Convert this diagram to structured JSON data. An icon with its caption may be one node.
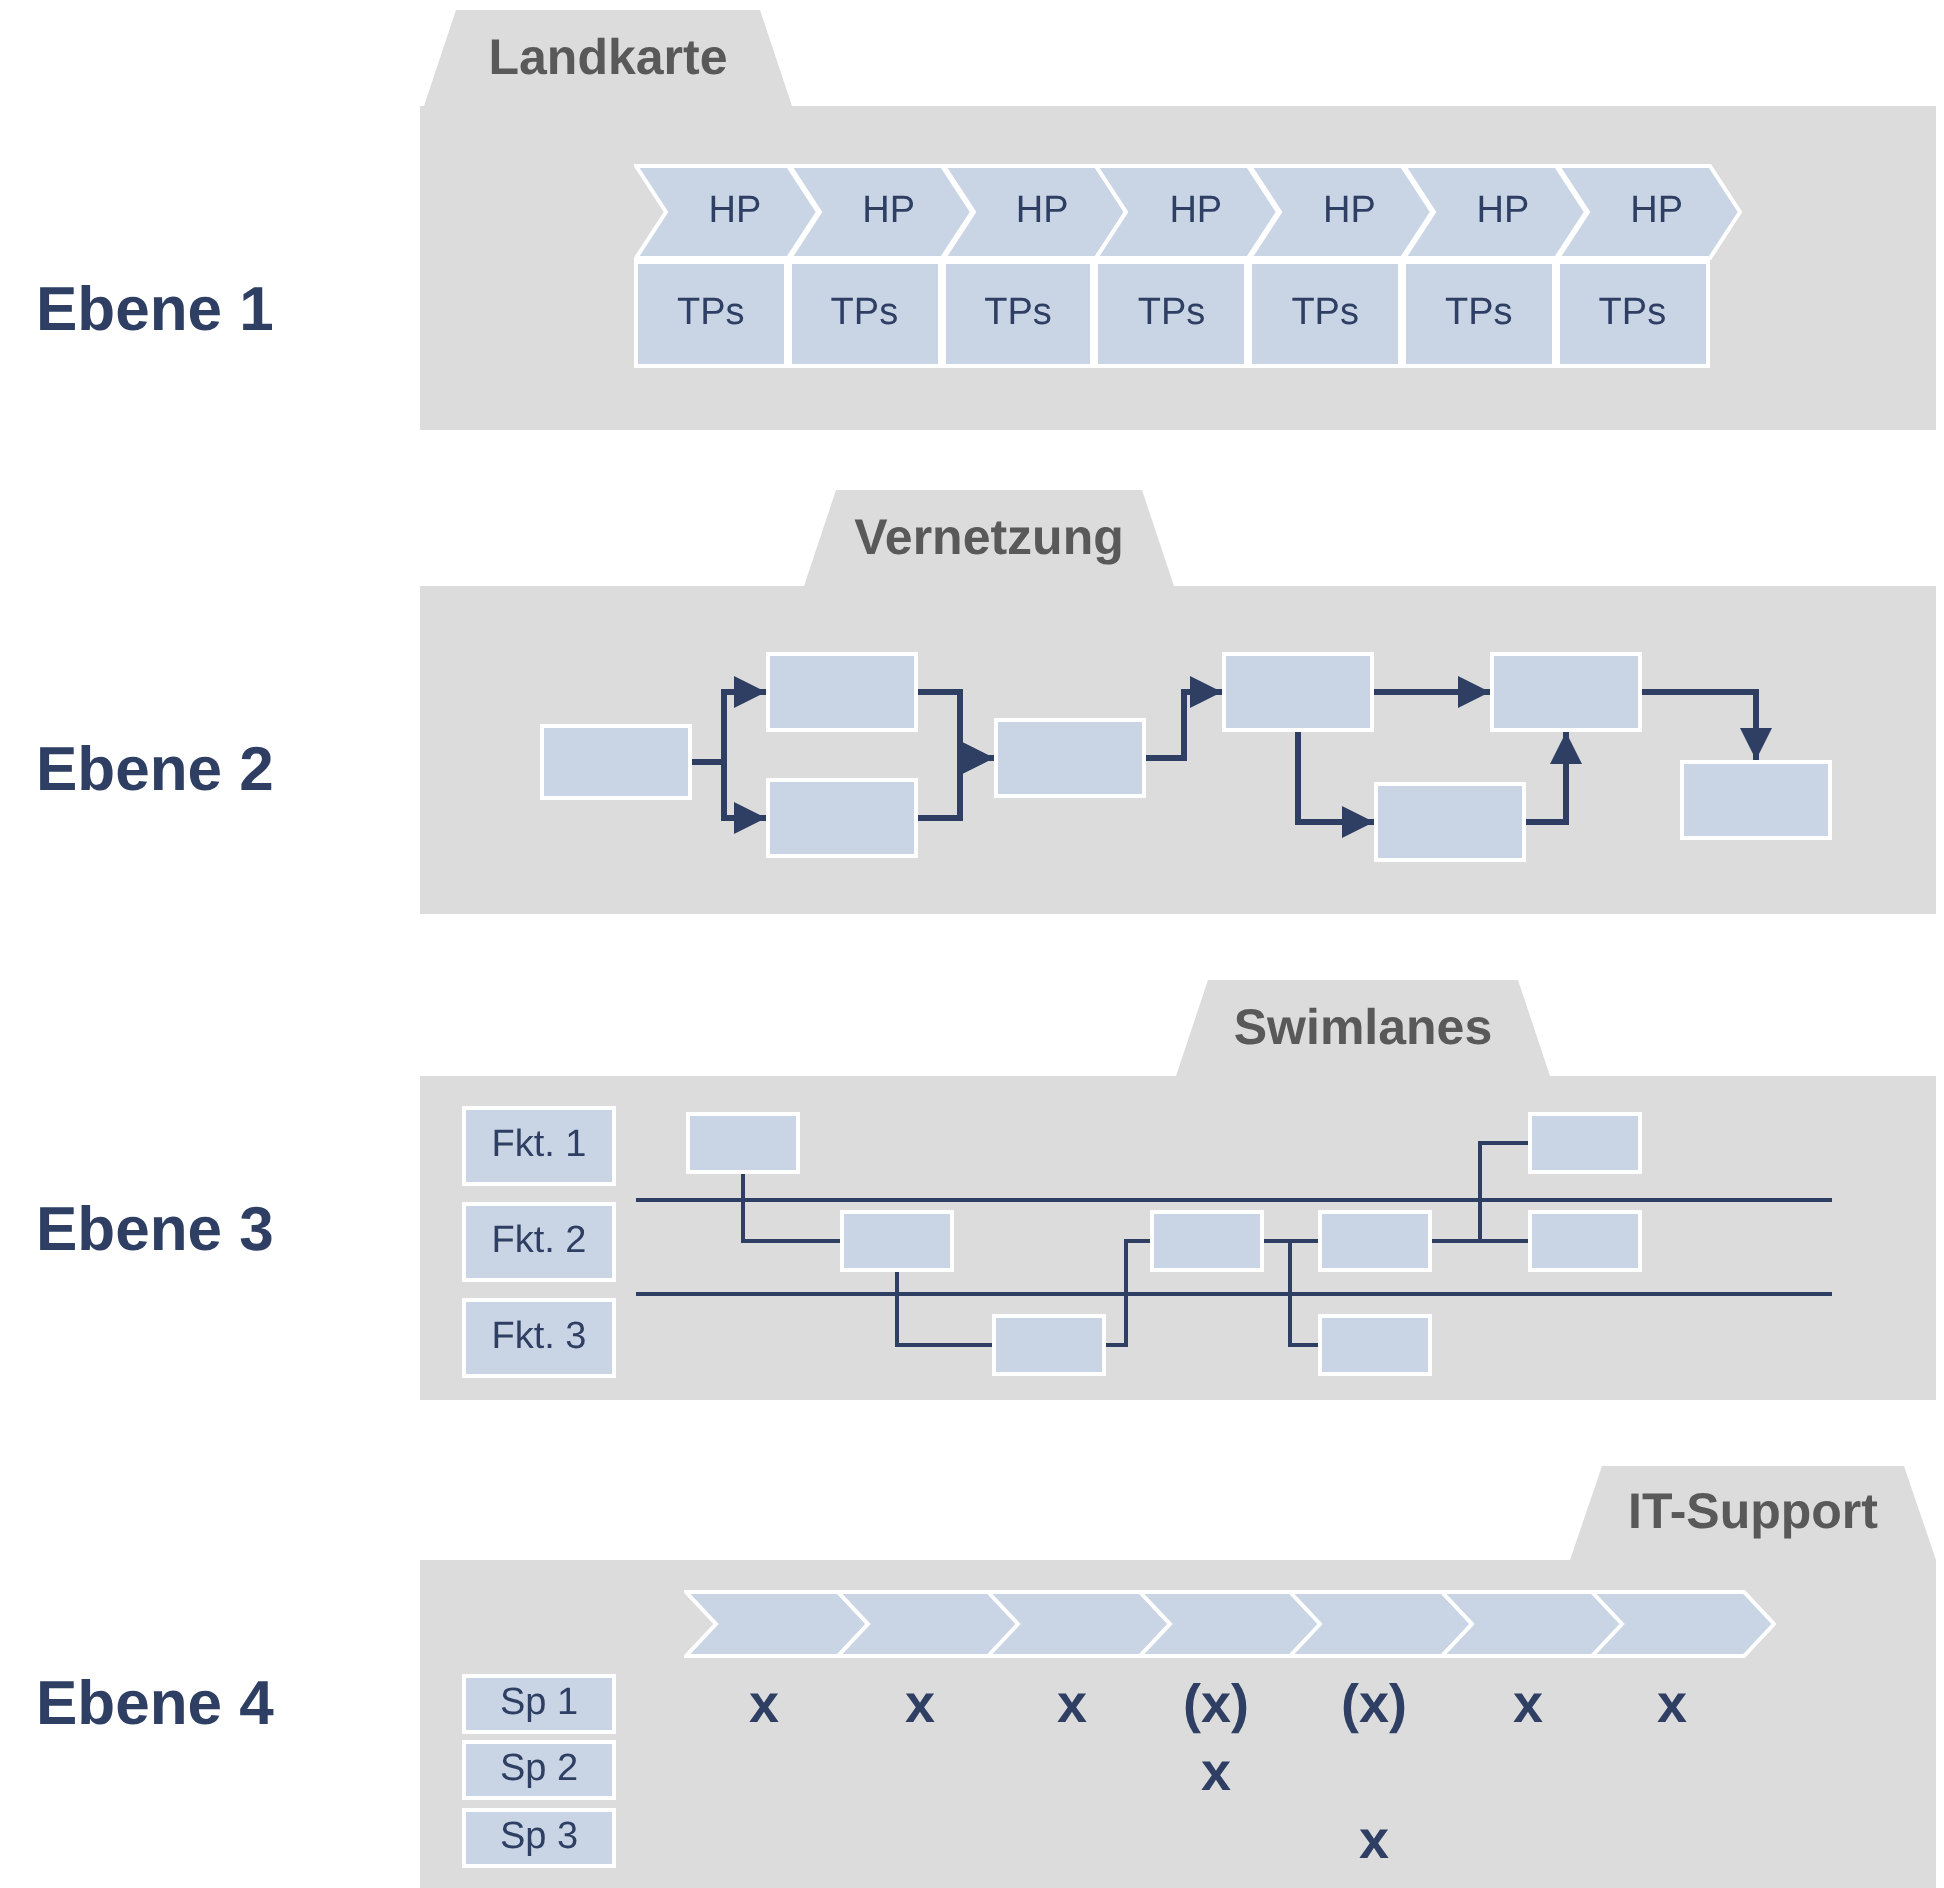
{
  "diagram": {
    "nodes": [
      {
        "text": [
          "Landkarte"
        ],
        "beside": [
          "Ebene 1"
        ]
      },
      {
        "text": [
          "HP"
        ],
        "in": 0
      },
      {
        "text": [
          "HP"
        ],
        "in": 0
      },
      {
        "text": [
          "HP"
        ],
        "in": 0
      },
      {
        "text": [
          "HP"
        ],
        "in": 0
      },
      {
        "text": [
          "HP"
        ],
        "in": 0
      },
      {
        "text": [
          "HP"
        ],
        "in": 0
      },
      {
        "text": [
          "HP"
        ],
        "in": 0
      },
      {
        "text": [
          "TPs"
        ],
        "in": 0
      },
      {
        "text": [
          "TPs"
        ],
        "in": 0
      },
      {
        "text": [
          "TPs"
        ],
        "in": 0
      },
      {
        "text": [
          "TPs"
        ],
        "in": 0
      },
      {
        "text": [
          "TPs"
        ],
        "in": 0
      },
      {
        "text": [
          "TPs"
        ],
        "in": 0
      },
      {
        "text": [
          "TPs"
        ],
        "in": 0
      },
      {
        "text": [
          "Vernetzung"
        ],
        "beside": [
          "Ebene 2"
        ]
      },
      {
        "text": [],
        "shape": "box",
        "in": 15
      },
      {
        "text": [],
        "shape": "box",
        "in": 15
      },
      {
        "text": [],
        "shape": "box",
        "in": 15
      },
      {
        "text": [],
        "shape": "box",
        "in": 15
      },
      {
        "text": [],
        "shape": "box",
        "in": 15
      },
      {
        "text": [],
        "shape": "box",
        "in": 15
      },
      {
        "text": [],
        "shape": "box",
        "in": 15
      },
      {
        "text": [],
        "shape": "box",
        "in": 15
      },
      {
        "text": [
          "Swimlanes"
        ],
        "beside": [
          "Ebene 3"
        ]
      },
      {
        "text": [
          "Fkt. 1"
        ],
        "in": 24
      },
      {
        "text": [
          "Fkt. 2"
        ],
        "in": 24
      },
      {
        "text": [
          "Fkt. 3"
        ],
        "in": 24
      },
      {
        "text": [],
        "shape": "box",
        "in": 24
      },
      {
        "text": [],
        "shape": "box",
        "in": 24
      },
      {
        "text": [],
        "shape": "box",
        "in": 24
      },
      {
        "text": [],
        "shape": "box",
        "in": 24
      },
      {
        "text": [],
        "shape": "box",
        "in": 24
      },
      {
        "text": [],
        "shape": "box",
        "in": 24
      },
      {
        "text": [],
        "shape": "box",
        "in": 24
      },
      {
        "text": [],
        "shape": "box",
        "in": 24
      },
      {
        "text": [
          "IT-Support"
        ],
        "beside": [
          "Ebene 4"
        ]
      },
      {
        "text": [],
        "shape": "chevron",
        "in": 36
      },
      {
        "text": [],
        "shape": "chevron",
        "in": 36
      },
      {
        "text": [],
        "shape": "chevron",
        "in": 36
      },
      {
        "text": [],
        "shape": "chevron",
        "in": 36
      },
      {
        "text": [],
        "shape": "chevron",
        "in": 36
      },
      {
        "text": [],
        "shape": "chevron",
        "in": 36
      },
      {
        "text": [],
        "shape": "chevron",
        "in": 36
      },
      {
        "text": [
          "Sp 1"
        ],
        "in": 36
      },
      {
        "text": [
          "Sp 2"
        ],
        "in": 36
      },
      {
        "text": [
          "Sp 3"
        ],
        "in": 36
      }
    ],
    "edges": [
      {
        "from": 16,
        "to": 17,
        "arrow": "to"
      },
      {
        "from": 16,
        "to": 18,
        "arrow": "to"
      },
      {
        "from": 17,
        "to": 19,
        "arrow": "to"
      },
      {
        "from": 18,
        "to": 19,
        "arrow": "to"
      },
      {
        "from": 19,
        "to": 20,
        "arrow": "to"
      },
      {
        "from": 20,
        "to": 22,
        "arrow": "to"
      },
      {
        "from": 20,
        "to": 21,
        "arrow": "to"
      },
      {
        "from": 21,
        "to": 22,
        "arrow": "to"
      },
      {
        "from": 22,
        "to": 23,
        "arrow": "to"
      },
      {
        "from": 28,
        "to": 29,
        "arrow": "none"
      },
      {
        "from": 29,
        "to": 30,
        "arrow": "none"
      },
      {
        "from": 30,
        "to": 31,
        "arrow": "none"
      },
      {
        "from": 31,
        "to": 32,
        "arrow": "none"
      },
      {
        "from": 31,
        "to": 33,
        "arrow": "none"
      },
      {
        "from": 32,
        "to": 34,
        "arrow": "none"
      },
      {
        "from": 32,
        "to": 35,
        "arrow": "none"
      }
    ],
    "labels": [
      "x",
      "x",
      "x",
      "(x)",
      "(x)",
      "x",
      "x",
      "x",
      "x"
    ]
  }
}
